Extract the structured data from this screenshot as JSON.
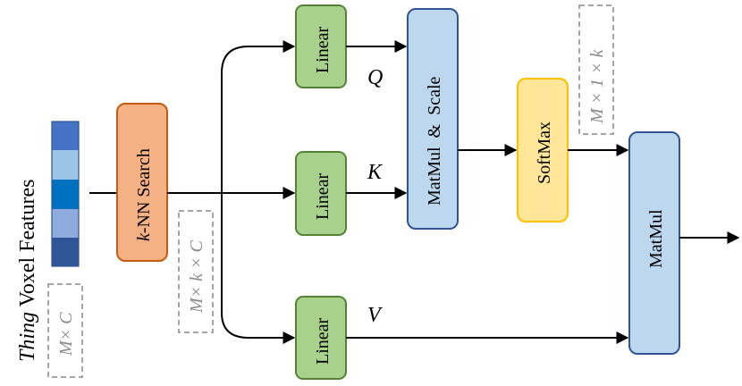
{
  "title": {
    "italic": "Thing",
    "rest": " Voxel Features"
  },
  "blocks": {
    "knn_search": {
      "italic": "k",
      "rest": "-NN Search"
    },
    "linear_q": "Linear",
    "linear_k": "Linear",
    "linear_v": "Linear",
    "matmul_scale": "MatMul  &  Scale",
    "softmax": "SoftMax",
    "matmul": "MatMul"
  },
  "labels": {
    "q": "Q",
    "k": "K",
    "v": "V"
  },
  "dims": {
    "input": "M× C",
    "knn": "M× k × C",
    "attn": "M × 1 × k"
  },
  "colors": {
    "knn_fill": "#f4b183",
    "knn_stroke": "#c55a11",
    "linear_fill": "#a9d18e",
    "linear_stroke": "#548235",
    "matmul_fill": "#bdd7ee",
    "matmul_stroke": "#2f5597",
    "softmax_fill": "#ffe699",
    "softmax_stroke": "#ffc000",
    "dim_box": "#a6a6a6",
    "feature_cells": [
      "#4472c4",
      "#9dc3e6",
      "#0070c0",
      "#8faadc",
      "#2f5597"
    ]
  }
}
